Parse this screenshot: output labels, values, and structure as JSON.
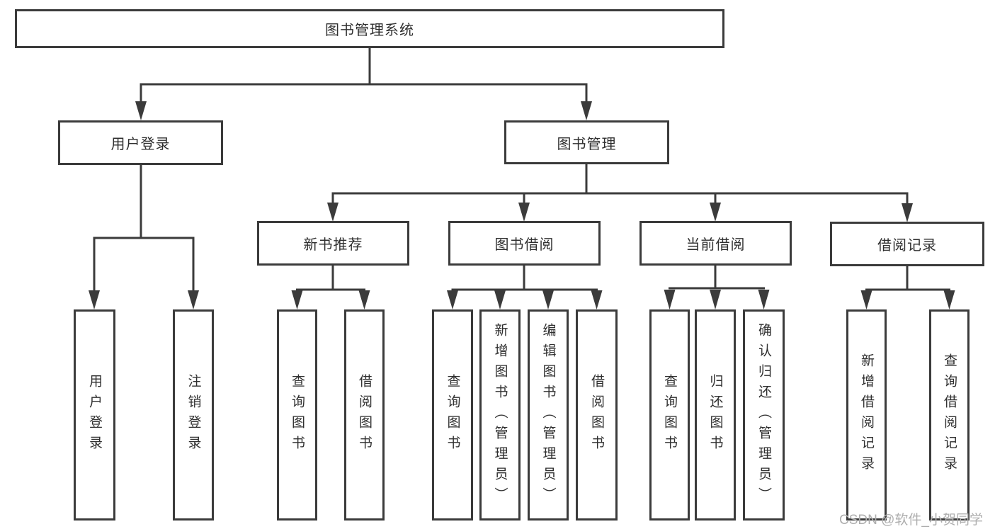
{
  "diagram": {
    "title": "图书管理系统",
    "root": {
      "label": "图书管理系统"
    },
    "level1": [
      {
        "label": "用户登录"
      },
      {
        "label": "图书管理"
      }
    ],
    "level2": [
      {
        "label": "新书推荐"
      },
      {
        "label": "图书借阅"
      },
      {
        "label": "当前借阅"
      },
      {
        "label": "借阅记录"
      }
    ],
    "leaves": {
      "user_login": [
        "用户登录",
        "注销登录"
      ],
      "new_book": [
        "查询图书",
        "借阅图书"
      ],
      "book_borrow": [
        "查询图书",
        "新增图书（管理员）",
        "编辑图书（管理员）",
        "借阅图书"
      ],
      "current_borrow": [
        "查询图书",
        "归还图书",
        "确认归还（管理员）"
      ],
      "borrow_record": [
        "新增借阅记录",
        "查询借阅记录"
      ]
    },
    "watermark": "CSDN @软件_小贺同学",
    "colors": {
      "line": "#3b3b3b",
      "text": "#2f2f2f",
      "background": "#ffffff",
      "watermark": "#aeaeae"
    }
  }
}
